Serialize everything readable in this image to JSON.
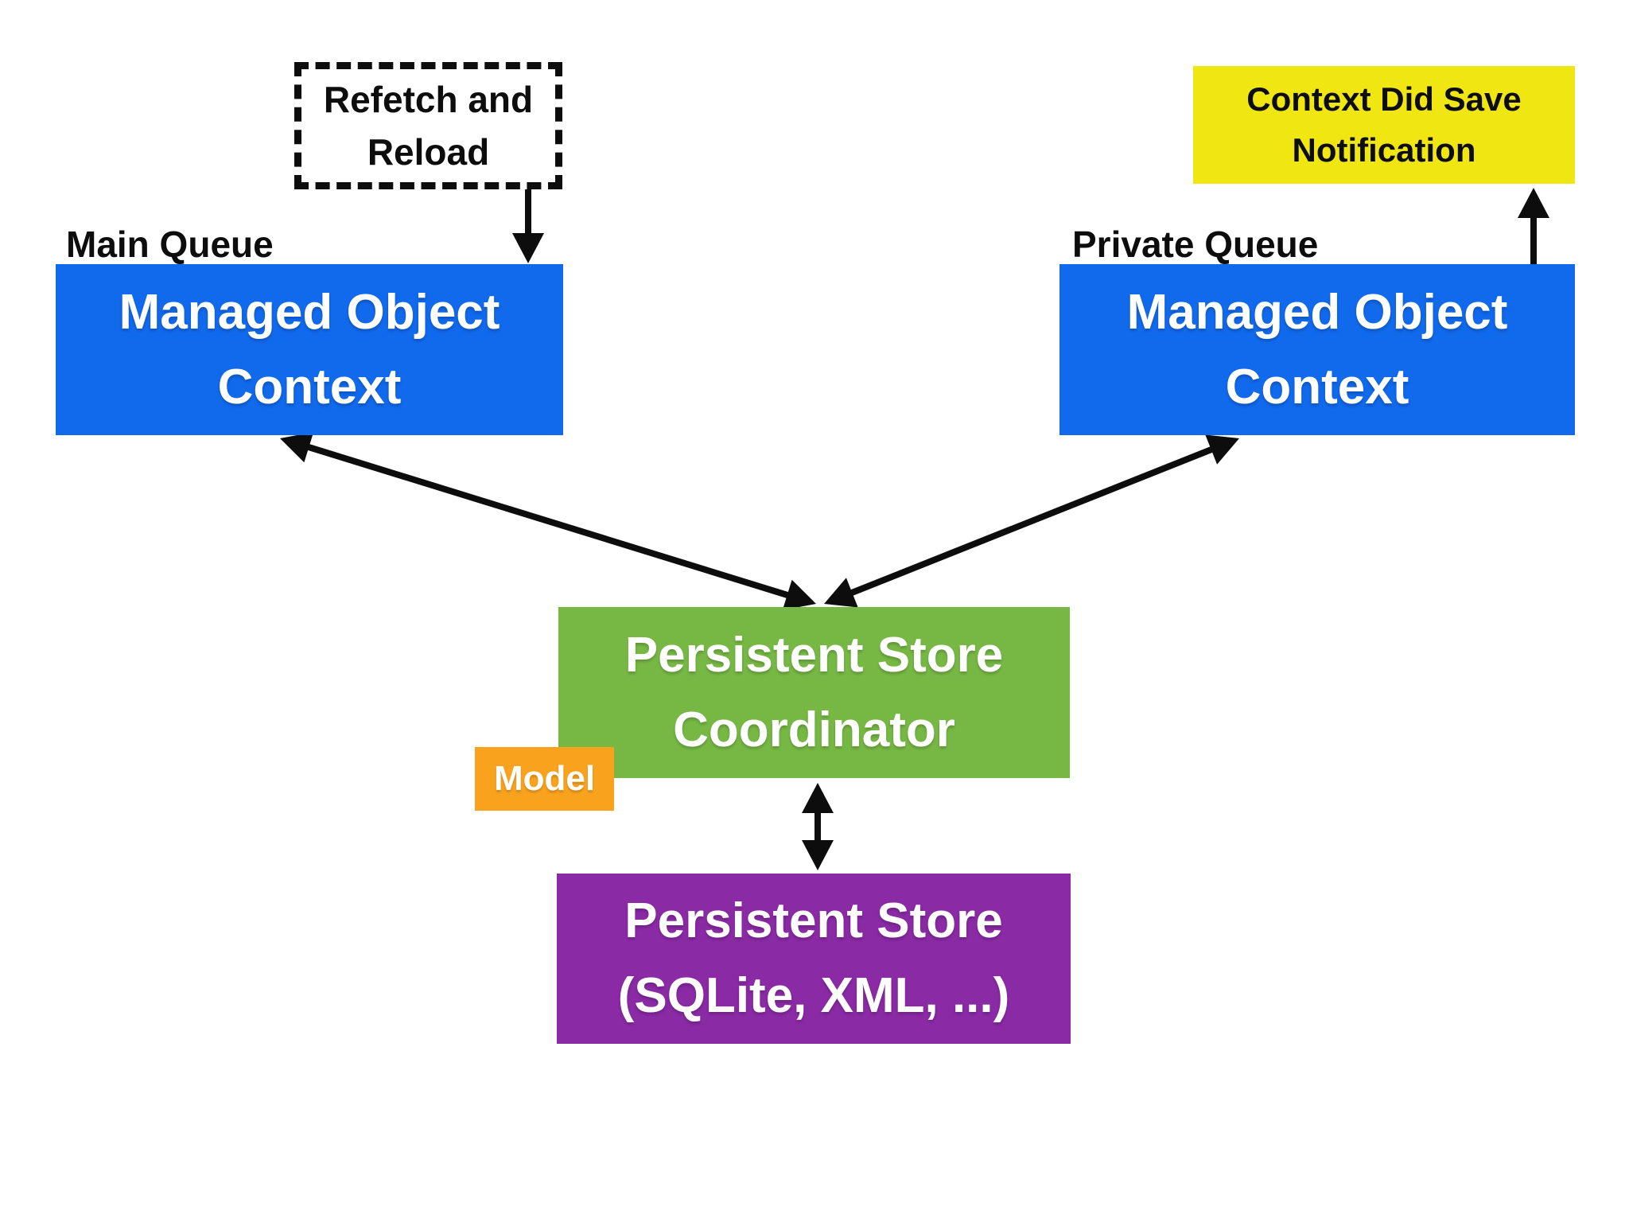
{
  "colors": {
    "blue": "#1169ec",
    "yellow": "#f0e611",
    "green": "#77b845",
    "orange": "#f9a21d",
    "purple": "#8a2aa5",
    "ink": "#0d0d0d",
    "box_text": "#ffffff"
  },
  "labels": {
    "main_queue": "Main Queue",
    "private_queue": "Private Queue",
    "model": "Model"
  },
  "boxes": {
    "refetch_reload": {
      "line1": "Refetch and",
      "line2": "Reload"
    },
    "context_did_save": {
      "line1": "Context Did Save",
      "line2": "Notification"
    },
    "moc_main": {
      "line1": "Managed Object",
      "line2": "Context"
    },
    "moc_private": {
      "line1": "Managed Object",
      "line2": "Context"
    },
    "persistent_store_coordinator": {
      "line1": "Persistent Store",
      "line2": "Coordinator"
    },
    "persistent_store": {
      "line1": "Persistent Store",
      "line2": "(SQLite, XML, ...)"
    }
  }
}
